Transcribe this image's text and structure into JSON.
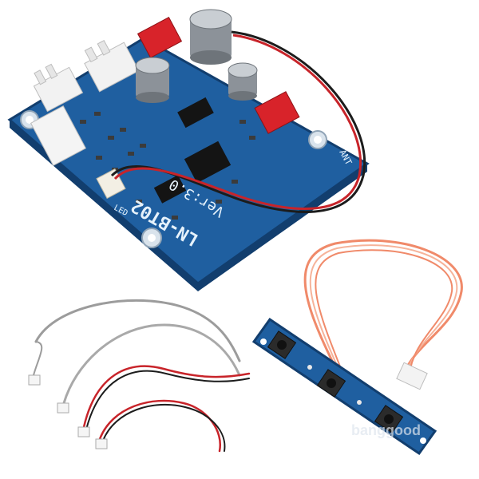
{
  "photo": {
    "background_color": "#ffffff",
    "pcb_color": "#1f5fa0",
    "pcb_edge_color": "#123e6e",
    "silkscreen_color": "#e6f2fb"
  },
  "main_board": {
    "model_label": "LN-BT02",
    "version_label": "Ver:3.0",
    "antenna_label": "ANT",
    "led_label": "LED",
    "connector_colors": {
      "white": "#f2f2f2",
      "red": "#d8232a"
    },
    "capacitor_color": "#9aa0a6"
  },
  "button_board": {
    "button_count": 3,
    "cable_color": "#f08a6a"
  },
  "loose_cables": {
    "gray_wire_color": "#9c9c9c",
    "red_wire_color": "#c8242a",
    "black_wire_color": "#1c1c1c"
  },
  "watermark": {
    "text": "banggood"
  }
}
